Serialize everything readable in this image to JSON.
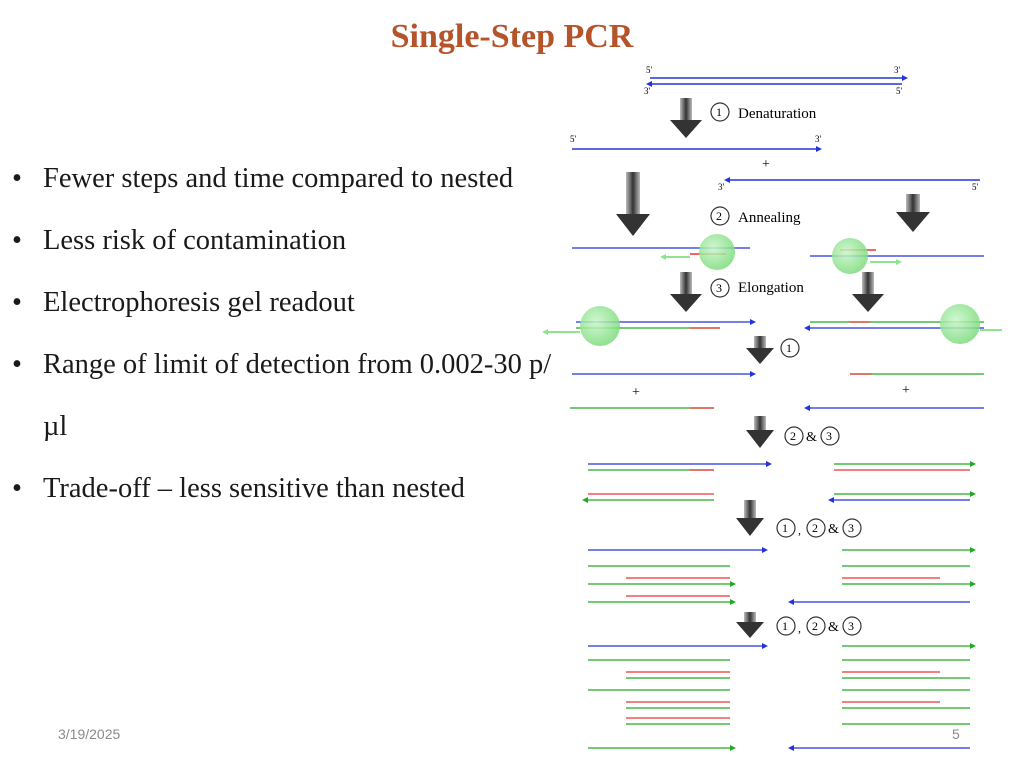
{
  "slide": {
    "title": "Single-Step PCR",
    "bullets": [
      "Fewer steps and time compared to nested",
      "Less risk of contamination",
      "Electrophoresis gel readout",
      "Range of limit of detection from 0.002-30 p/µl",
      "Trade-off – less sensitive than nested"
    ],
    "date": "3/19/2025",
    "page_number": "5"
  },
  "diagram": {
    "steps": {
      "denaturation": "Denaturation",
      "annealing": "Annealing",
      "elongation": "Elongation",
      "step1": "1",
      "step2": "2",
      "step3": "3",
      "sep_comma": ",",
      "sep_amp": "&",
      "plus": "+"
    },
    "ends": {
      "five": "5'",
      "three": "3'"
    },
    "colors": {
      "template": "#2233dd",
      "product": "#22aa22",
      "primer": "#ee3333",
      "polymerase": "#8fe58f",
      "arrow": "#333333"
    }
  }
}
